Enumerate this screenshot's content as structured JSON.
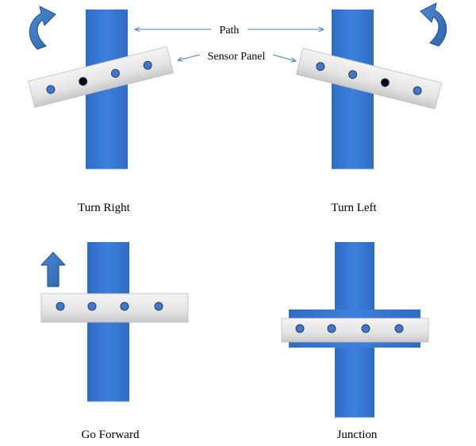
{
  "callouts": {
    "path": "Path",
    "sensor_panel": "Sensor Panel"
  },
  "panels": [
    {
      "caption": "Turn Right",
      "arrow": "curved-arrow-clockwise-icon",
      "sensor_dots": [
        "off",
        "on",
        "off",
        "off"
      ]
    },
    {
      "caption": "Turn Left",
      "arrow": "curved-arrow-counterclockwise-icon",
      "sensor_dots": [
        "off",
        "off",
        "on",
        "off"
      ]
    },
    {
      "caption": "Go Forward",
      "arrow": "up-arrow-icon",
      "sensor_dots": [
        "off",
        "off",
        "off",
        "off"
      ]
    },
    {
      "caption": "Junction",
      "arrow": "",
      "sensor_dots": [
        "off",
        "off",
        "off",
        "off"
      ]
    }
  ],
  "colors": {
    "path": "#3a7ad4",
    "sensor_off": "#4477c6",
    "sensor_on": "#000000",
    "arrow": "#3f7ac7",
    "callout_line": "#4a7cc0"
  }
}
